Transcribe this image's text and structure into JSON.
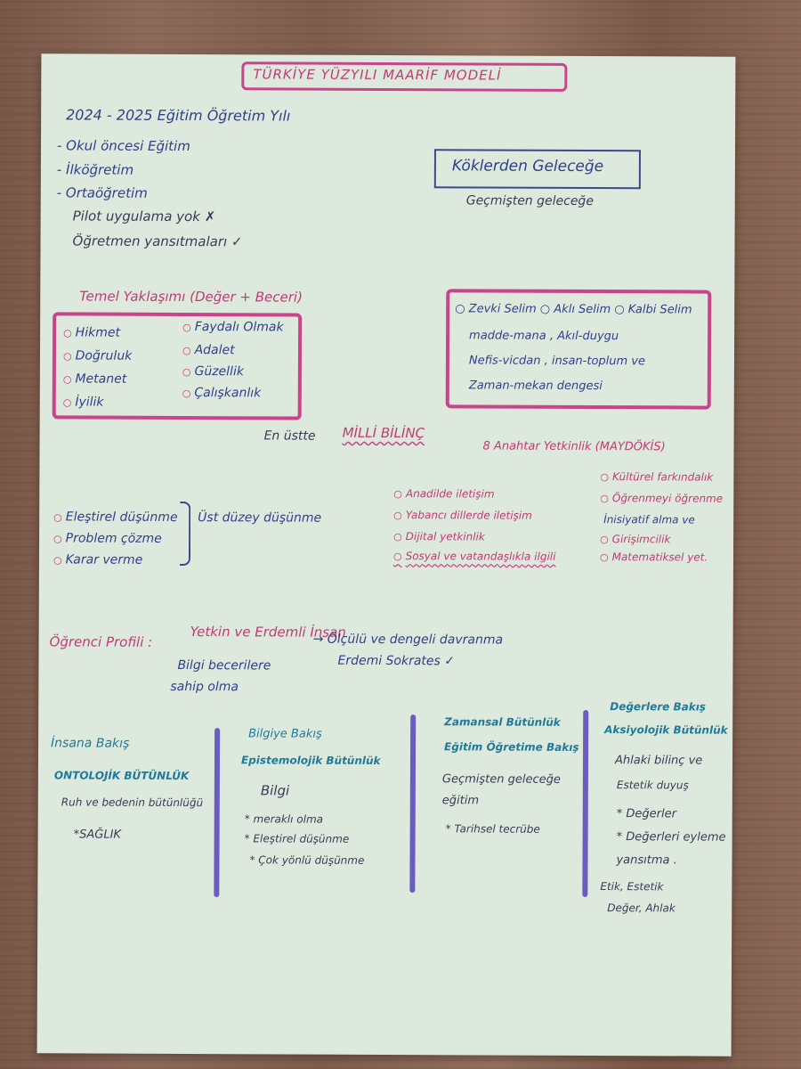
{
  "title": "TÜRKİYE YÜZYILI MAARİF MODELİ",
  "year_line": "2024 - 2025 Eğitim Öğretim Yılı",
  "levels": [
    "- Okul öncesi Eğitim",
    "- İlköğretim",
    "- Ortaöğretim"
  ],
  "pilot": "Pilot uygulama yok ✗",
  "teacher": "Öğretmen yansıtmaları ✓",
  "slogan": "Köklerden Geleceğe",
  "slogan_sub": "Geçmişten geleceğe",
  "temel_heading": "Temel Yaklaşımı (Değer + Beceri)",
  "values_left": [
    "Hikmet",
    "Doğruluk",
    "Metanet",
    "İyilik"
  ],
  "values_right": [
    "Faydalı Olmak",
    "Adalet",
    "Güzellik",
    "Çalışkanlık"
  ],
  "balance": [
    "○ Zevki Selim ○ Aklı Selim ○ Kalbi Selim",
    "madde-mana , Akıl-duygu",
    "Nefis-vicdan , insan-toplum ve",
    "Zaman-mekan dengesi"
  ],
  "milli_prefix": "En üstte",
  "milli": "MİLLİ BİLİNÇ",
  "competency_heading": "8 Anahtar Yetkinlik (MAYDÖKİS)",
  "thinking": [
    "Eleştirel düşünme",
    "Problem çözme",
    "Karar verme"
  ],
  "thinking_label": "Üst düzey düşünme",
  "competencies_left": [
    "Anadilde iletişim",
    "Yabancı dillerde iletişim",
    "Dijital yetkinlik",
    "Sosyal ve vatandaşlıkla ilgili"
  ],
  "competencies_right": [
    "Kültürel farkındalık",
    "Öğrenmeyi öğrenme",
    "İnisiyatif alma ve",
    "Girişimcilik",
    "Matematiksel yet."
  ],
  "profile_label": "Öğrenci Profili :",
  "profile_value": "Yetkin ve Erdemli İnsan",
  "profile_left": [
    "Bilgi becerilere",
    "sahip olma"
  ],
  "profile_right": [
    "→ Ölçülü ve dengeli davranma",
    "Erdemi Sokrates ✓"
  ],
  "col1": {
    "h1": "İnsana Bakış",
    "h2": "ONTOLOJİK BÜTÜNLÜK",
    "items": [
      "Ruh ve bedenin bütünlüğü",
      "*SAĞLIK"
    ]
  },
  "col2": {
    "h1": "Bilgiye Bakış",
    "h2": "Epistemolojik Bütünlük",
    "items": [
      "Bilgi",
      "* meraklı olma",
      "* Eleştirel düşünme",
      "* Çok yönlü düşünme"
    ]
  },
  "col3": {
    "h1": "Zamansal Bütünlük",
    "h2": "Eğitim Öğretime Bakış",
    "items": [
      "Geçmişten geleceğe",
      "eğitim",
      "* Tarihsel tecrübe"
    ]
  },
  "col4": {
    "h1": "Değerlere Bakış",
    "h2": "Aksiyolojik Bütünlük",
    "items": [
      "Ahlaki bilinç ve",
      "Estetik duyuş",
      "* Değerler",
      "* Değerleri eyleme",
      "yansıtma .",
      "Etik, Estetik",
      "Değer, Ahlak"
    ]
  },
  "colors": {
    "paper": "#dde9dd",
    "pink": "#c9448a",
    "navy": "#2f3f8a",
    "teal": "#1f7a9a",
    "purple": "#6a5cc0"
  }
}
